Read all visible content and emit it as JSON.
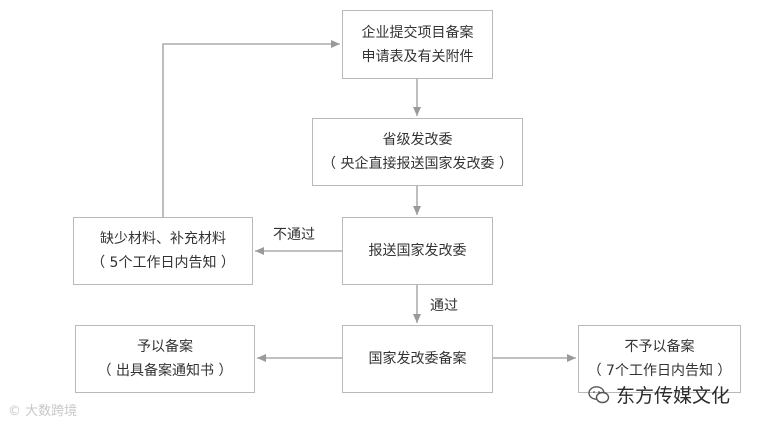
{
  "nodes": {
    "submit": {
      "line1": "企业提交项目备案",
      "line2": "申请表及有关附件"
    },
    "province": {
      "line1": "省级发改委",
      "line2": "（ 央企直接报送国家发改委 ）"
    },
    "missing": {
      "line1": "缺少材料、补充材料",
      "line2": "（ 5个工作日内告知 ）"
    },
    "national": {
      "line1": "报送国家发改委"
    },
    "approve": {
      "line1": "予以备案",
      "line2": "（ 出具备案通知书 ）"
    },
    "record": {
      "line1": "国家发改委备案"
    },
    "reject": {
      "line1": "不予以备案",
      "line2": "（ 7个工作日内告知 ）"
    }
  },
  "edge_labels": {
    "fail": "不通过",
    "pass": "通过"
  },
  "watermarks": {
    "left": "© 大数跨境",
    "right": "东方传媒文化"
  },
  "icons": {
    "wechat": "wechat-icon"
  },
  "colors": {
    "border": "#b9b9b9",
    "arrow": "#9a9a9a",
    "text": "#333333"
  }
}
